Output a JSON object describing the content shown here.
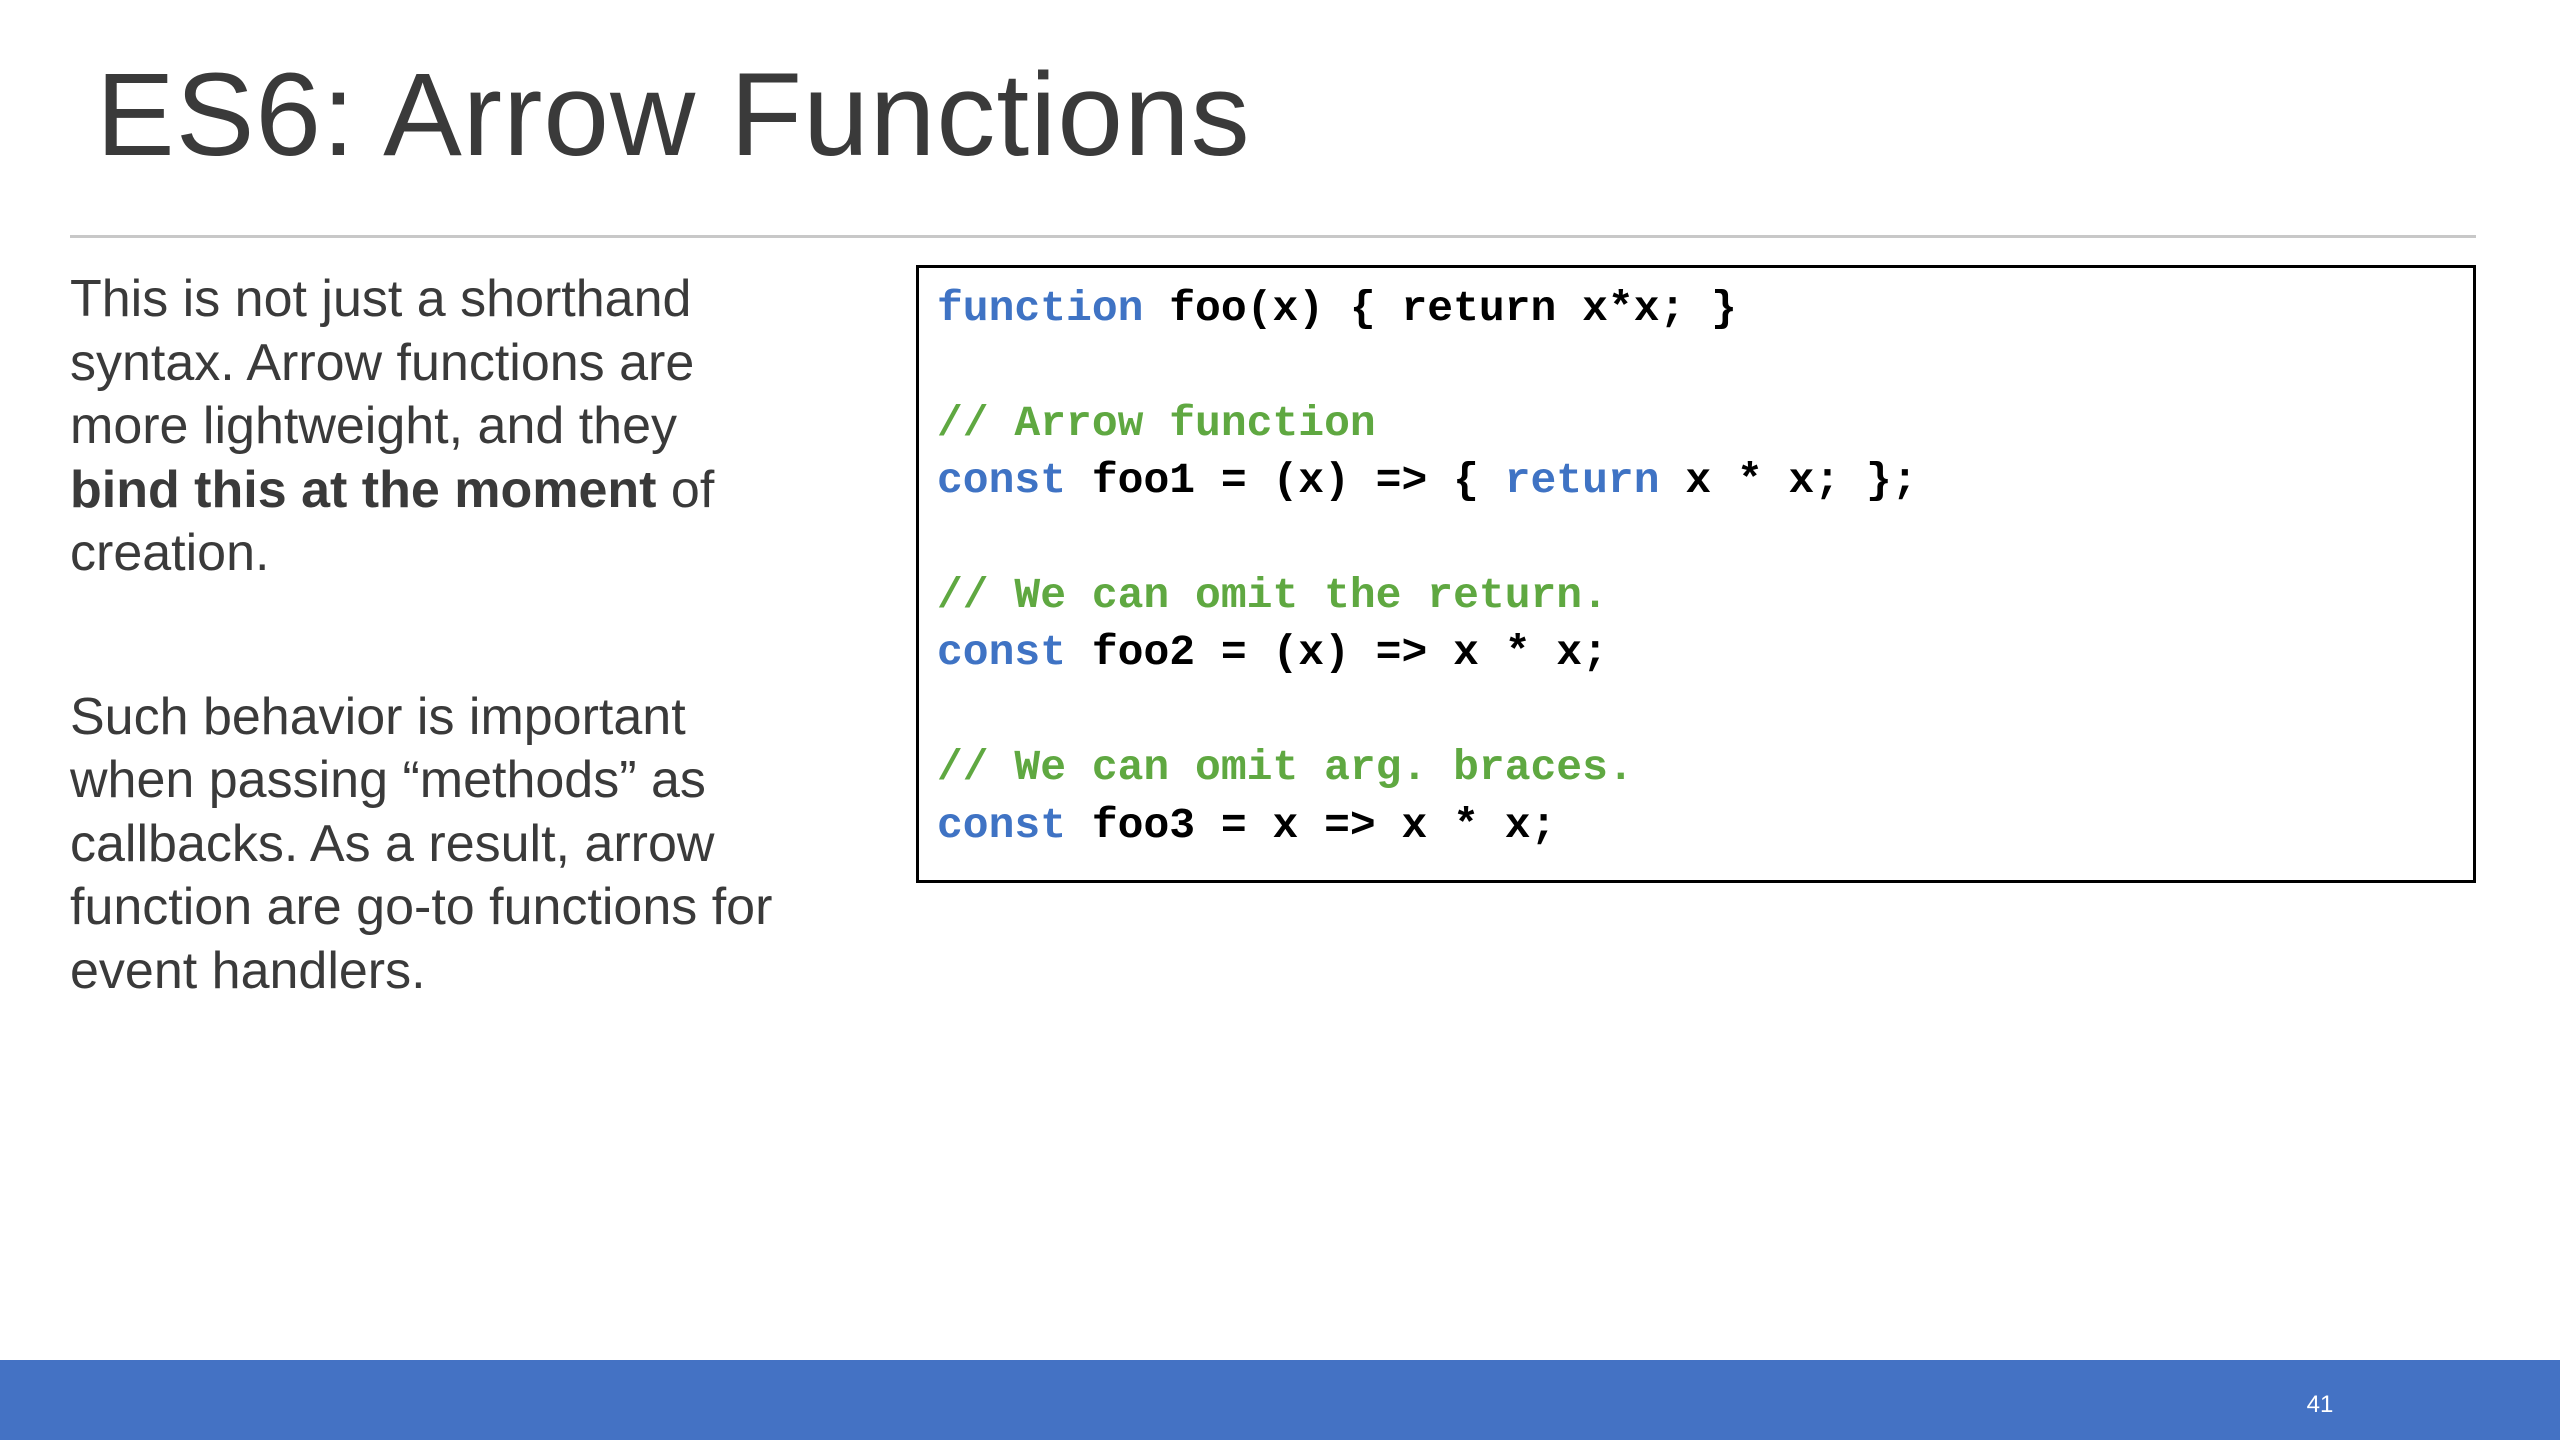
{
  "slide": {
    "title": "ES6: Arrow Functions",
    "page_number": "41"
  },
  "body": {
    "p1_before": "This is not just a shorthand syntax. Arrow functions are more lightweight, and they ",
    "p1_bold": "bind this at the moment",
    "p1_after": " of creation.",
    "p2": "Such behavior is important when passing “methods” as callbacks. As a result, arrow function are go-to functions for event handlers."
  },
  "code": {
    "l1_kw": "function",
    "l1_rest": " foo(x) { return x*x; }",
    "l2_comment": "// Arrow function",
    "l3_kw": "const",
    "l3_mid": " foo1 = (x) => { ",
    "l3_kw2": "return",
    "l3_rest": " x * x; };",
    "l4_comment": "// We can omit the return.",
    "l5_kw": "const",
    "l5_rest": " foo2 = (x) => x * x;",
    "l6_comment": "// We can omit arg. braces.",
    "l7_kw": "const",
    "l7_rest": " foo3 = x => x * x;"
  },
  "colors": {
    "keyword": "#3f73c4",
    "comment": "#5fa841",
    "footer_bar": "#4472c4",
    "title_text": "#3a3a3a"
  }
}
